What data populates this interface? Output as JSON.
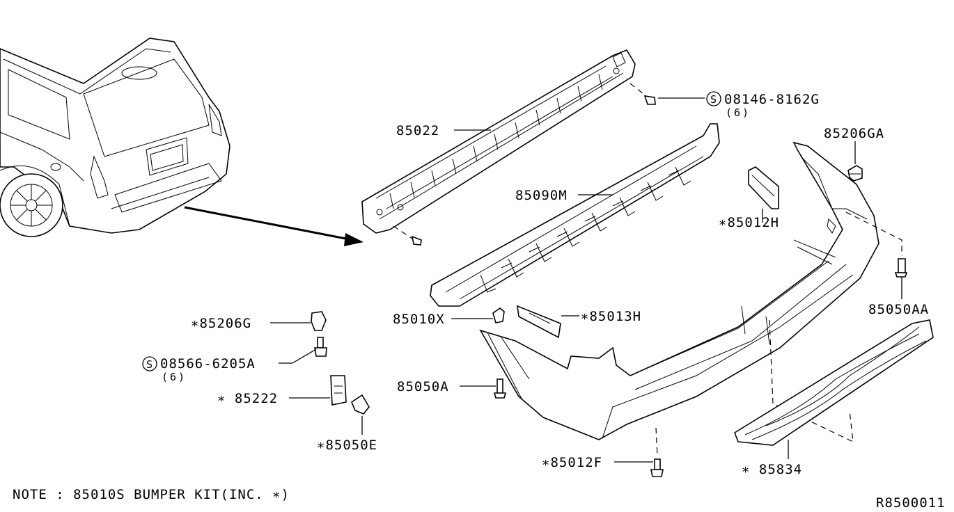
{
  "diagram": {
    "code": "R8500011",
    "note": "NOTE : 85010S  BUMPER KIT(INC. ∗)",
    "callouts": {
      "p85022": "85022",
      "p85090M": "85090M",
      "p08146": "08146-8162G",
      "p08146_qty": "(6)",
      "p85206GA": "85206GA",
      "p85012H": "∗85012H",
      "p85050AA": "85050AA",
      "p85010X": "85010X",
      "p85013H": "∗85013H",
      "p85206G": "∗85206G",
      "p08566": "08566-6205A",
      "p08566_qty": "(6)",
      "p85222": "∗ 85222",
      "p85050E": "∗85050E",
      "p85050A": "85050A",
      "p85012F": "∗85012F",
      "p85834": "∗ 85834"
    },
    "symbols": {
      "standard_part": "S"
    }
  }
}
